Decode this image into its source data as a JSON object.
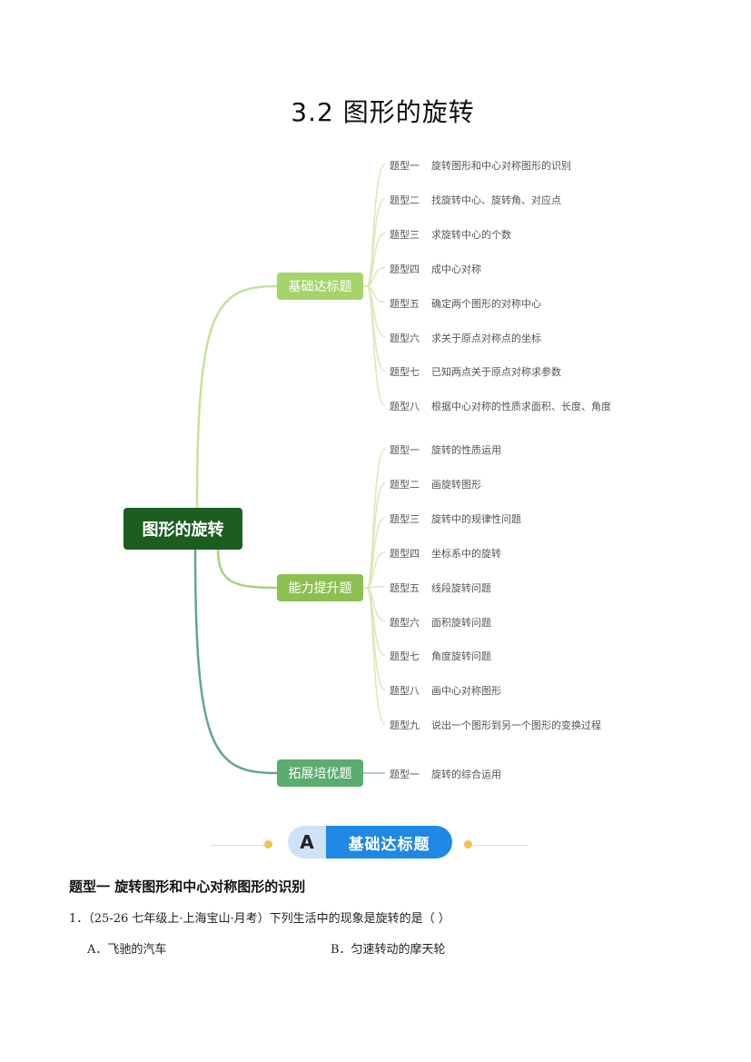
{
  "title": "3.2 图形的旋转",
  "mindmap": {
    "root": "图形的旋转",
    "branches": [
      {
        "label": "基础达标题",
        "color": "#a5d46a",
        "items": [
          [
            "题型一",
            "旋转图形和中心对称图形的识别"
          ],
          [
            "题型二",
            "找旋转中心、旋转角、对应点"
          ],
          [
            "题型三",
            "求旋转中心的个数"
          ],
          [
            "题型四",
            "成中心对称"
          ],
          [
            "题型五",
            "确定两个图形的对称中心"
          ],
          [
            "题型六",
            "求关于原点对称点的坐标"
          ],
          [
            "题型七",
            "已知两点关于原点对称求参数"
          ],
          [
            "题型八",
            "根据中心对称的性质求面积、长度、角度"
          ]
        ]
      },
      {
        "label": "能力提升题",
        "color": "#8cc152",
        "items": [
          [
            "题型一",
            "旋转的性质运用"
          ],
          [
            "题型二",
            "画旋转图形"
          ],
          [
            "题型三",
            "旋转中的规律性问题"
          ],
          [
            "题型四",
            "坐标系中的旋转"
          ],
          [
            "题型五",
            "线段旋转问题"
          ],
          [
            "题型六",
            "面积旋转问题"
          ],
          [
            "题型七",
            "角度旋转问题"
          ],
          [
            "题型八",
            "画中心对称图形"
          ],
          [
            "题型九",
            "说出一个图形到另一个图形的变换过程"
          ]
        ]
      },
      {
        "label": "拓展培优题",
        "color": "#5aad6e",
        "items": [
          [
            "题型一",
            "旋转的综合运用"
          ]
        ]
      }
    ]
  },
  "banner": {
    "letter": "A",
    "text": "基础达标题"
  },
  "section_heading": "题型一   旋转图形和中心对称图形的识别",
  "question": {
    "stem": "1．（25-26 七年级上·上海宝山·月考）下列生活中的现象是旋转的是（    ）",
    "options": [
      "A．飞驰的汽车",
      "B．匀速转动的摩天轮"
    ]
  }
}
